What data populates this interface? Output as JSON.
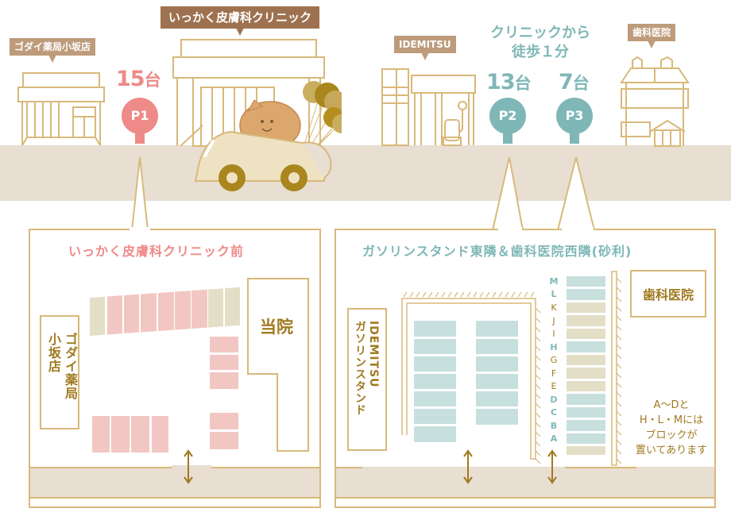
{
  "top_scene": {
    "labels": {
      "pharmacy": "ゴダイ薬局小坂店",
      "clinic": "いっかく皮膚科クリニック",
      "gas_station": "IDEMITSU",
      "dental": "歯科医院"
    },
    "walk_note": "クリニックから\n徒歩１分",
    "parking": [
      {
        "id": "P1",
        "count": "15",
        "unit": "台",
        "color": "#ee8a88"
      },
      {
        "id": "P2",
        "count": "13",
        "unit": "台",
        "color": "#7fb7b7"
      },
      {
        "id": "P3",
        "count": "7",
        "unit": "台",
        "color": "#7fb7b7"
      }
    ]
  },
  "panel_left": {
    "title": "いっかく皮膚科クリニック前",
    "title_color": "#ee8a88",
    "building_pharmacy_col1": "小坂店",
    "building_pharmacy_col2": "ゴダイ薬局",
    "building_clinic": "当院"
  },
  "panel_right": {
    "title": "ガソリンスタンド東隣＆歯科医院西隣(砂利)",
    "title_color": "#7fb7b7",
    "building_gas_col1": "IDEMITSU",
    "building_gas_col2": "ガソリンスタンド",
    "building_dental": "歯科医院",
    "slot_letters": [
      "M",
      "L",
      "K",
      "J",
      "I",
      "H",
      "G",
      "F",
      "E",
      "D",
      "C",
      "B",
      "A"
    ],
    "note": "A～Dと\nH・L・Mには\nブロックが\n置いてあります"
  },
  "colors": {
    "road": "#e8ded2",
    "outline": "#d8b97a",
    "pink_slot": "#f2c7c3",
    "olive_slot": "#e3dfc7",
    "teal_slot": "#c7e0dd",
    "gold_text": "#a07a1e"
  }
}
